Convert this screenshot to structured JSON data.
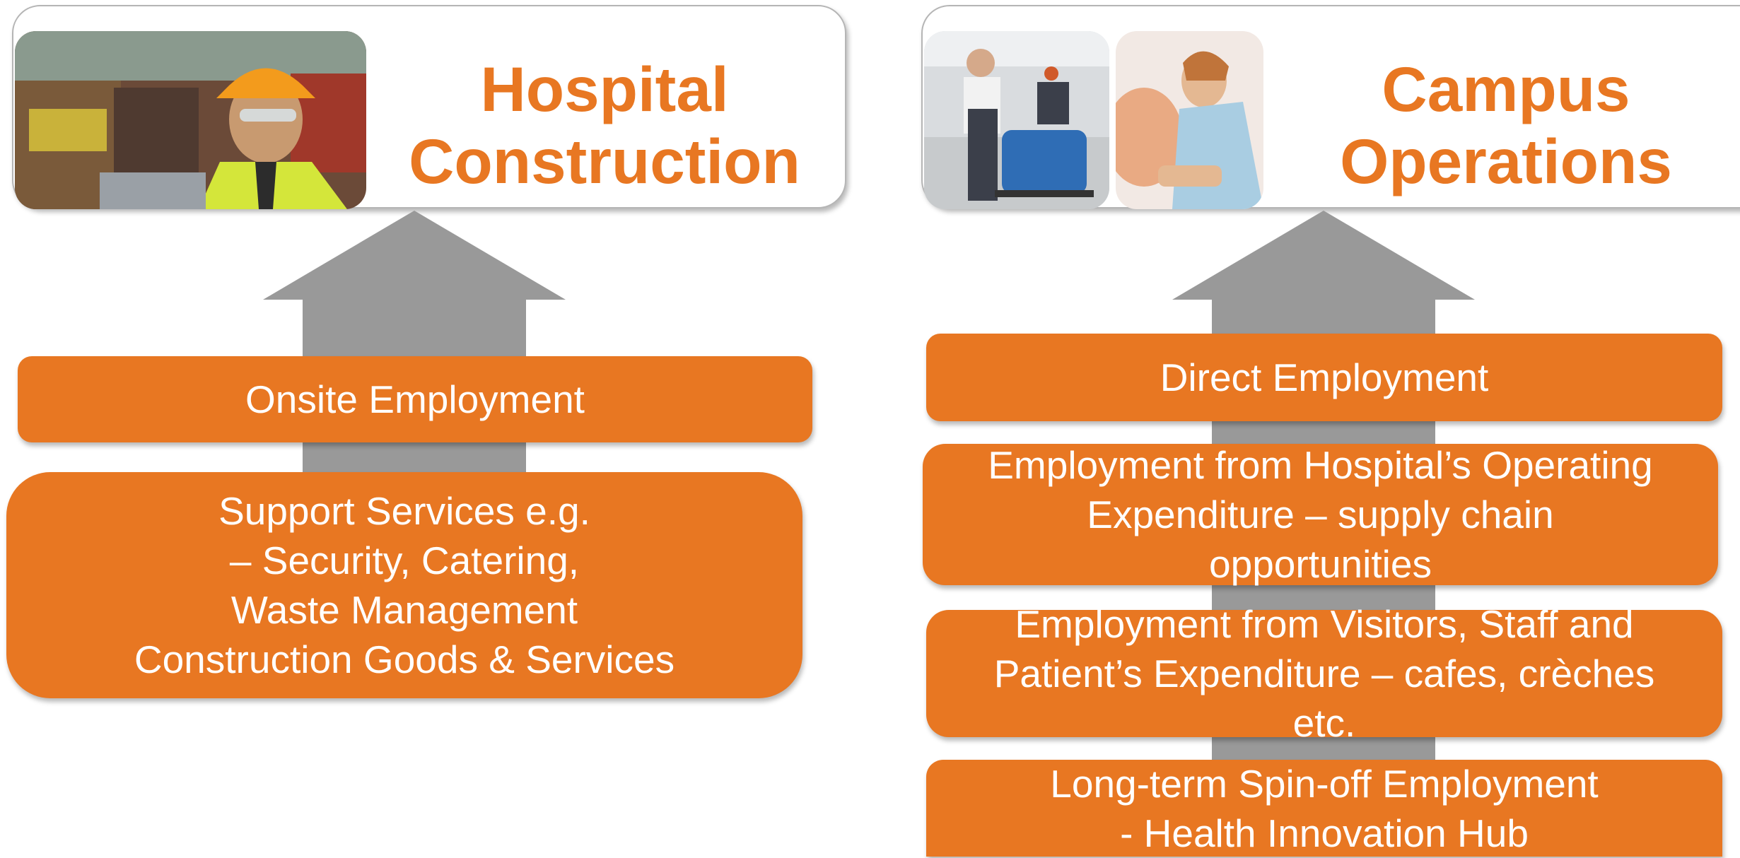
{
  "colors": {
    "accent": "#e87722",
    "arrow": "#999999",
    "card_border": "#b5b5b5",
    "box_text": "#ffffff"
  },
  "left": {
    "title": "Hospital\nConstruction",
    "photo_icon": "construction-worker-photo",
    "boxes": [
      {
        "label": "Onsite Employment"
      },
      {
        "label": "Support Services e.g.\n– Security, Catering,\nWaste Management\nConstruction Goods & Services"
      }
    ]
  },
  "right": {
    "title": "Campus\nOperations",
    "photo_icons": [
      "cleaning-staff-photo",
      "nurse-photo"
    ],
    "boxes": [
      {
        "label": "Direct Employment"
      },
      {
        "label": "Employment from Hospital’s Operating\nExpenditure – supply chain\nopportunities"
      },
      {
        "label": "Employment from Visitors, Staff and\nPatient’s Expenditure – cafes, crèches\netc."
      },
      {
        "label": "Long-term Spin-off Employment\n- Health Innovation Hub"
      }
    ]
  }
}
